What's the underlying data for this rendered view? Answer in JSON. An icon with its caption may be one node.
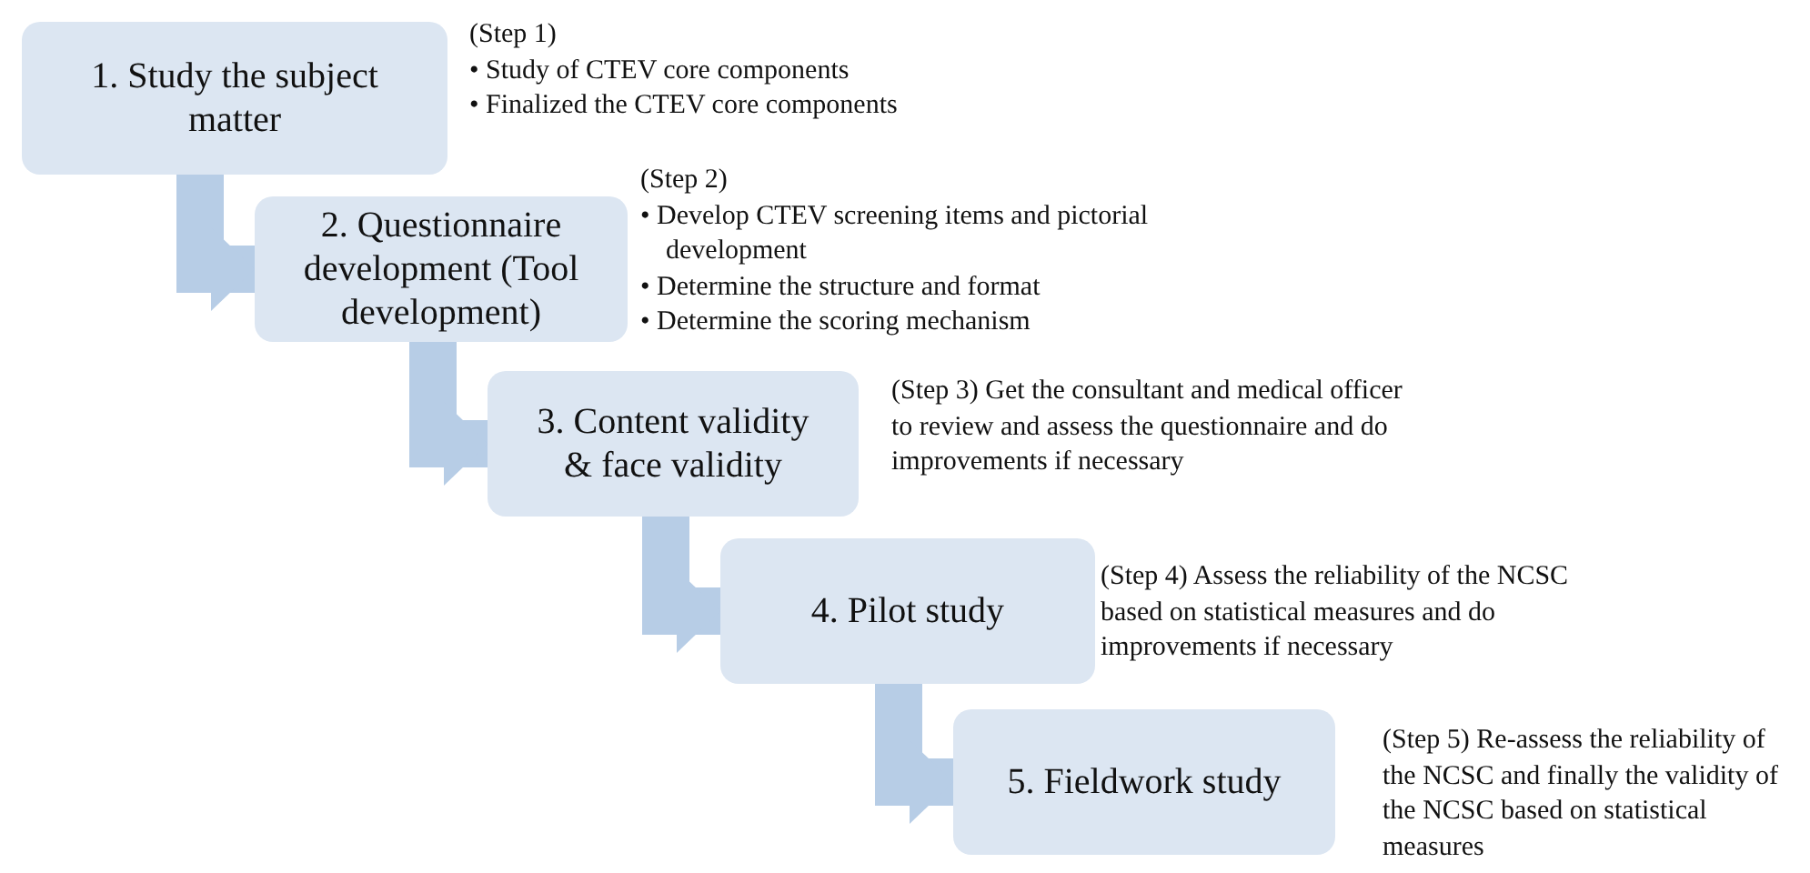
{
  "diagram": {
    "nodes": [
      {
        "text": [
          "1. Study the subject matter"
        ],
        "beside": [
          "(Step 1)",
          "• Study of CTEV core components",
          "• Finalized the CTEV core components"
        ]
      },
      {
        "text": [
          "2. Questionnaire development (Tool development)"
        ],
        "beside": [
          "(Step 2)",
          "• Develop CTEV screening items and pictorial development",
          "• Determine the structure and format",
          "• Determine the scoring mechanism"
        ]
      },
      {
        "text": [
          "3. Content validity & face validity"
        ],
        "beside": [
          "(Step 3) Get the consultant and medical officer to review and assess the questionnaire and do improvements if necessary"
        ]
      },
      {
        "text": [
          "4. Pilot study"
        ],
        "beside": [
          "(Step 4) Assess the reliability of the NCSC based on statistical measures and do improvements if necessary"
        ]
      },
      {
        "text": [
          "5. Fieldwork study"
        ],
        "beside": [
          "(Step 5) Re-assess the reliability of the NCSC and finally the validity of the NCSC based on statistical measures"
        ]
      }
    ],
    "edges": [
      {
        "from": 0,
        "to": 1,
        "arrow": "to"
      },
      {
        "from": 1,
        "to": 2,
        "arrow": "to"
      },
      {
        "from": 2,
        "to": 3,
        "arrow": "to"
      },
      {
        "from": 3,
        "to": 4,
        "arrow": "to"
      }
    ]
  }
}
